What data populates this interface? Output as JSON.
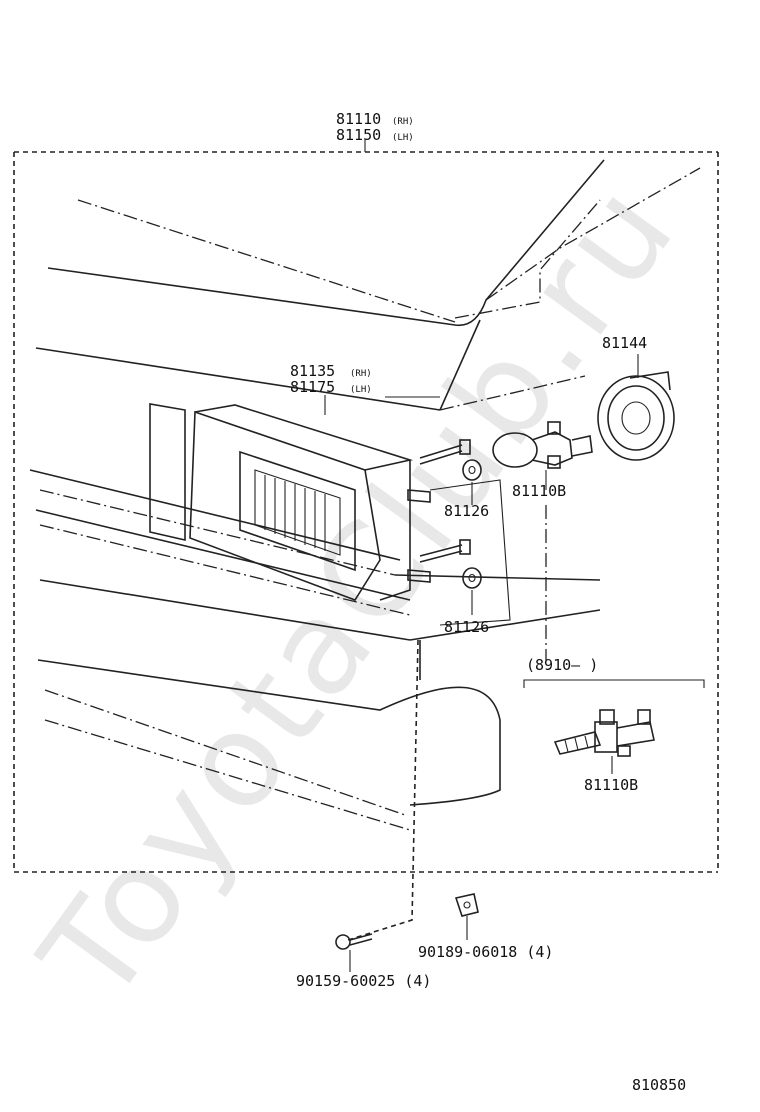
{
  "watermark": "ToyotaClub.ru",
  "diagram_code": "810850",
  "labels": {
    "headlamp_unit_rh": "81110",
    "headlamp_unit_rh_side": "(RH)",
    "headlamp_unit_lh": "81150",
    "headlamp_unit_lh_side": "(LH)",
    "lens_rh": "81135",
    "lens_rh_side": "(RH)",
    "lens_lh": "81175",
    "lens_lh_side": "(LH)",
    "socket_cover": "81144",
    "bulb_upper": "81110B",
    "bulb_lower": "81110B",
    "washer_upper": "81126",
    "washer_lower": "81126",
    "date_range": "(8910–      )",
    "clip_nut": "90189-06018 (4)",
    "screw": "90159-60025 (4)"
  },
  "colors": {
    "ink": "#222222",
    "watermark": "#e8e8e8"
  }
}
